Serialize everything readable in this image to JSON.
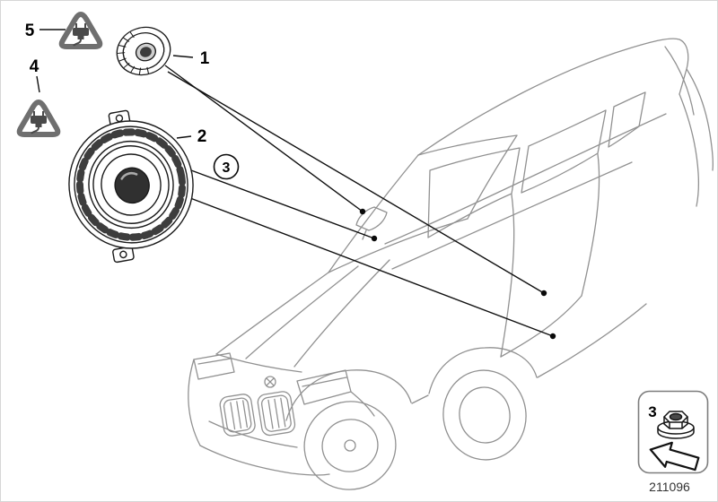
{
  "diagram": {
    "number": "211096",
    "callouts": {
      "c1": "1",
      "c2": "2",
      "c3": "3",
      "c4": "4",
      "c5": "5"
    },
    "fastener_box": {
      "label": "3"
    },
    "icons": {
      "triangle_5": "warning-plug-icon",
      "triangle_4": "warning-plug-icon",
      "part_1": "tweeter-speaker-drawing",
      "part_2": "midrange-speaker-drawing",
      "fastener": "flange-nut-icon",
      "direction": "direction-arrow-icon",
      "vehicle": "car-outline-drawing"
    },
    "colors": {
      "ink": "#1a1a1a",
      "car_line": "#919191",
      "triangle": "#6f6f6f",
      "dust_cap": "#303030"
    }
  }
}
